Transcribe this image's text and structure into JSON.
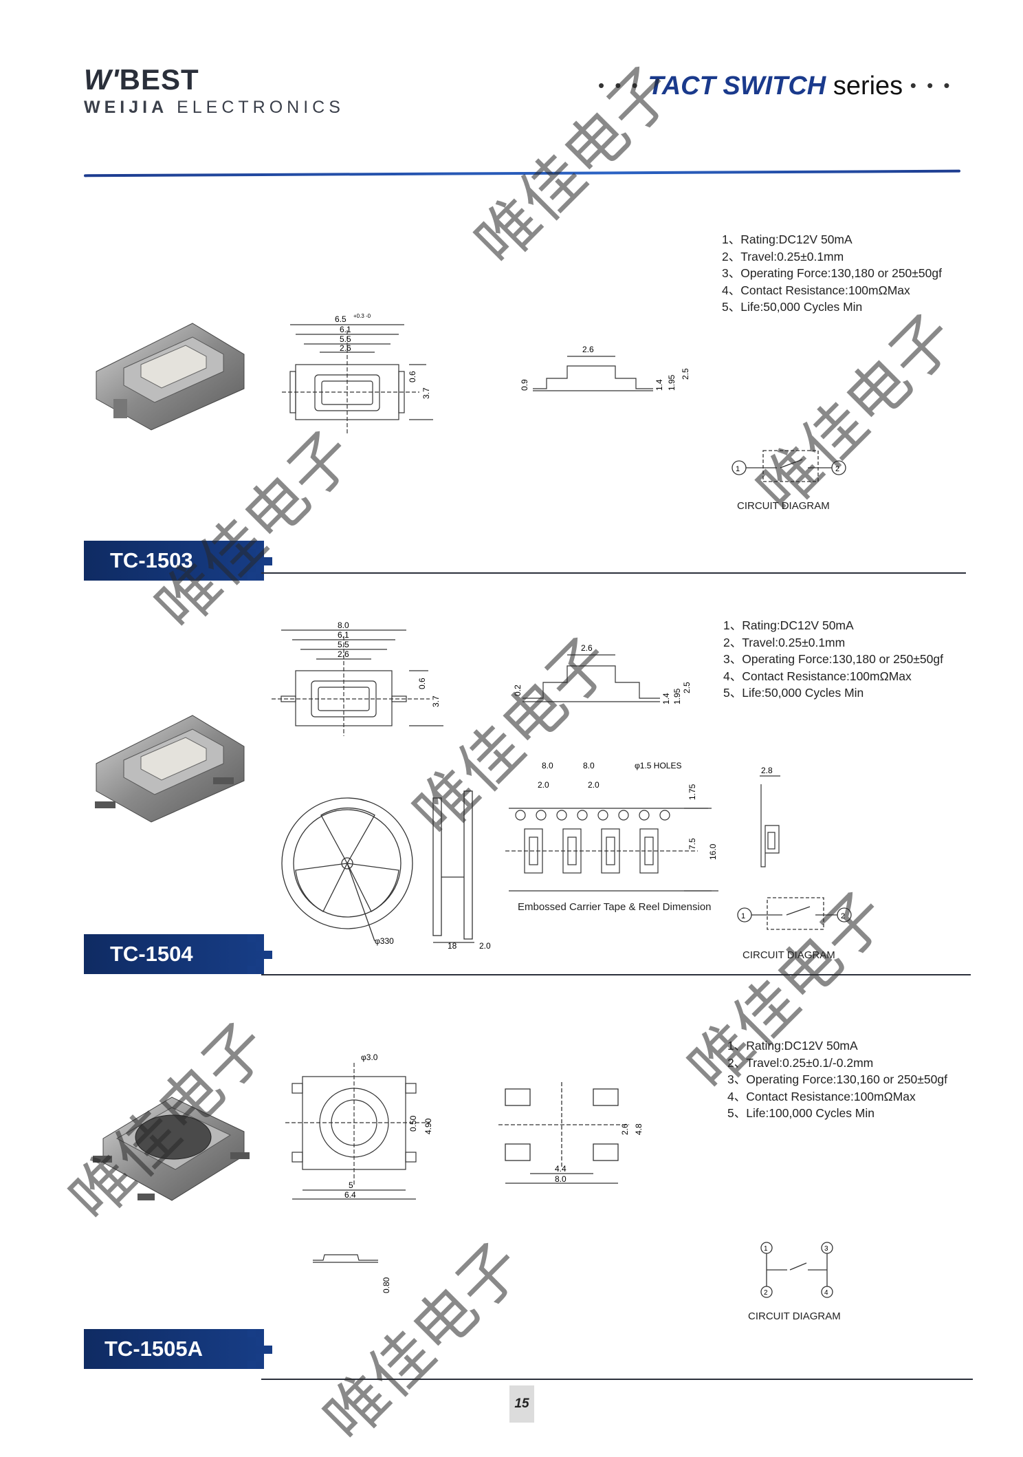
{
  "header": {
    "brand": "BEST",
    "brand_mark": "W'",
    "company_bold": "WEIJIA",
    "company_rest": " ELECTRONICS",
    "series_dots_left": "• • •",
    "series_accent": "TACT SWITCH",
    "series_word": "series",
    "series_dots_right": "• • •"
  },
  "products": [
    {
      "model": "TC-1503",
      "specs": [
        "1、Rating:DC12V 50mA",
        "2、Travel:0.25±0.1mm",
        "3、Operating Force:130,180 or 250±50gf",
        "4、Contact Resistance:100mΩMax",
        "5、Life:50,000 Cycles Min"
      ],
      "circuit_caption": "CIRCUIT DIAGRAM",
      "dims_top": [
        "6.5",
        "6.1",
        "5.5",
        "2.6"
      ],
      "dim_tol": "+0.3 -0",
      "dims_side": [
        "0.6",
        "3.7"
      ],
      "side_dims": [
        "2.6",
        "0.9",
        "1.4",
        "1.95",
        "2.5"
      ],
      "pins": [
        "1",
        "2"
      ]
    },
    {
      "model": "TC-1504",
      "specs": [
        "1、Rating:DC12V 50mA",
        "2、Travel:0.25±0.1mm",
        "3、Operating Force:130,180 or 250±50gf",
        "4、Contact Resistance:100mΩMax",
        "5、Life:50,000 Cycles Min"
      ],
      "circuit_caption": "CIRCUIT DIAGRAM",
      "tape_caption": "Embossed Carrier Tape & Reel Dimension",
      "dims_top": [
        "8.0",
        "6.1",
        "5.5",
        "2.6"
      ],
      "dims_side": [
        "0.6",
        "3.7"
      ],
      "side_dims": [
        "2.6",
        "0.2",
        "1.4",
        "1.95",
        "2.5"
      ],
      "tape_dims": [
        "8.0",
        "8.0",
        "2.0",
        "2.0",
        "1.75",
        "7.5",
        "16.0",
        "2.8"
      ],
      "holes_label": "φ1.5 HOLES",
      "reel_dims": [
        "φ330",
        "18",
        "2.0"
      ],
      "pins": [
        "1",
        "2"
      ]
    },
    {
      "model": "TC-1505A",
      "specs": [
        "1、Rating:DC12V 50mA",
        "2、Travel:0.25±0.1/-0.2mm",
        "3、Operating Force:130,160 or 250±50gf",
        "4、Contact Resistance:100mΩMax",
        "5、Life:100,000 Cycles Min"
      ],
      "circuit_caption": "CIRCUIT DIAGRAM",
      "dims_top": [
        "φ3.0",
        "0.50",
        "4.90",
        "5",
        "6.4"
      ],
      "pad_dims": [
        "2.6",
        "4.8",
        "4.4",
        "8.0"
      ],
      "side_dims": [
        "0.80"
      ],
      "pins": [
        "1",
        "2",
        "3",
        "4"
      ]
    }
  ],
  "page_number": "15",
  "watermark": "唯佳电子",
  "colors": {
    "accent": "#1a3a8c",
    "bar": "#173d86"
  }
}
